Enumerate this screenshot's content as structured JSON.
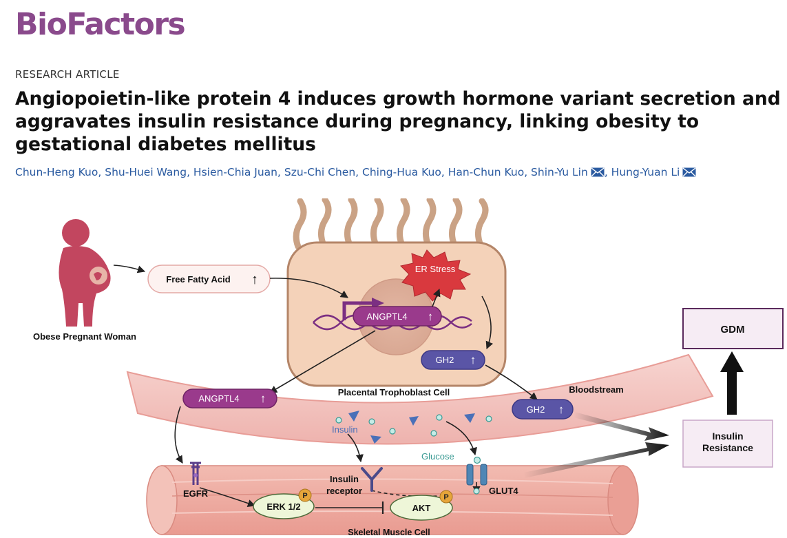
{
  "journal": {
    "name": "BioFactors"
  },
  "article_type": "RESEARCH ARTICLE",
  "title": "Angiopoietin-like protein 4 induces growth hormone variant secretion and aggravates insulin resistance during pregnancy, linking obesity to gestational diabetes mellitus",
  "authors": [
    {
      "name": "Chun-Heng Kuo",
      "corresponding": false
    },
    {
      "name": "Shu-Huei Wang",
      "corresponding": false
    },
    {
      "name": "Hsien-Chia Juan",
      "corresponding": false
    },
    {
      "name": "Szu-Chi Chen",
      "corresponding": false
    },
    {
      "name": "Ching-Hua Kuo",
      "corresponding": false
    },
    {
      "name": "Han-Chun Kuo",
      "corresponding": false
    },
    {
      "name": "Shin-Yu Lin",
      "corresponding": true
    },
    {
      "name": "Hung-Yuan Li",
      "corresponding": true
    }
  ],
  "figure": {
    "woman_label": "Obese Pregnant Woman",
    "ffa_label": "Free Fatty Acid",
    "er_stress_label": "ER Stress",
    "angptl4_cell_label": "ANGPTL4",
    "gh2_cell_label": "GH2",
    "cell_label": "Placental Trophoblast Cell",
    "angptl4_blood_label": "ANGPTL4",
    "bloodstream_label": "Bloodstream",
    "gh2_blood_label": "GH2",
    "insulin_label": "Insulin",
    "glucose_label": "Glucose",
    "egfr_label": "EGFR",
    "insulin_receptor_label": "Insulin\nreceptor",
    "erk_label": "ERK 1/2",
    "akt_label": "AKT",
    "glut4_label": "GLUT4",
    "phospho_label": "P",
    "muscle_label": "Skeletal Muscle Cell",
    "gdm_label": "GDM",
    "insulin_resistance_label": "Insulin\nResistance",
    "up_arrow": "↑",
    "colors": {
      "journal": "#8a4a8c",
      "authors": "#2a5aa0",
      "woman": "#c2465f",
      "angptl4": "#9a3a8c",
      "gh2": "#5a55a6",
      "er_stress": "#d9393e",
      "vessel": "#f5c7c3",
      "cell": "#f4d2b9",
      "muscle": "#eeaaa0",
      "phospho": "#e6a53a",
      "insulin": "#4a70b8",
      "glucose": "#9fd6d0",
      "glut4": "#4f86b5"
    }
  }
}
